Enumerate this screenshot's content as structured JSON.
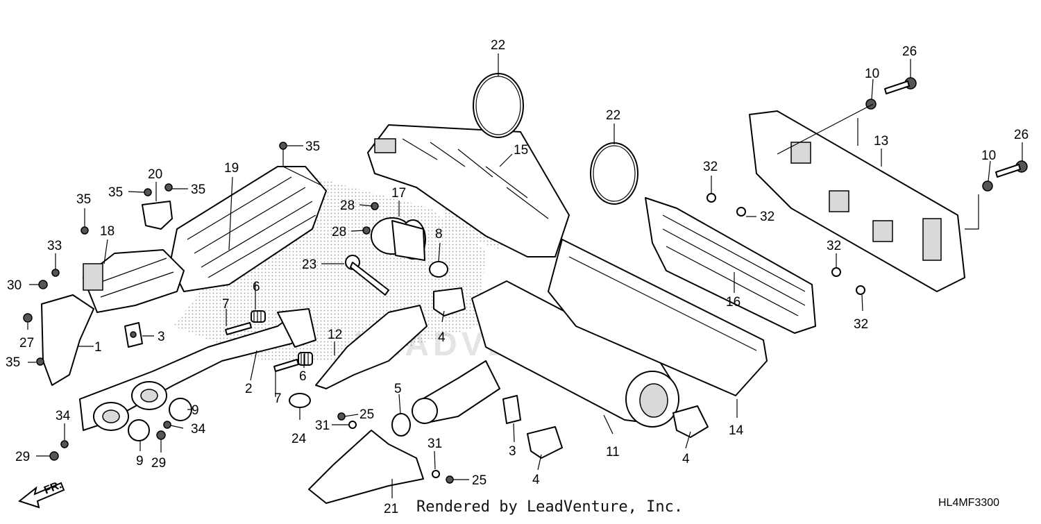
{
  "diagram": {
    "watermark_text": "LEADVENTURE",
    "direction_label": "FR.",
    "credit_text": "Rendered by LeadVenture, Inc.",
    "diagram_code": "HL4MF3300"
  },
  "callouts": [
    "1",
    "2",
    "3",
    "3",
    "4",
    "4",
    "4",
    "5",
    "6",
    "6",
    "7",
    "7",
    "8",
    "9",
    "9",
    "10",
    "10",
    "11",
    "12",
    "13",
    "14",
    "15",
    "16",
    "17",
    "18",
    "19",
    "20",
    "21",
    "22",
    "22",
    "23",
    "24",
    "25",
    "25",
    "26",
    "26",
    "27",
    "28",
    "28",
    "29",
    "29",
    "30",
    "31",
    "31",
    "32",
    "32",
    "32",
    "32",
    "33",
    "34",
    "34",
    "35",
    "35",
    "35",
    "35",
    "35"
  ]
}
